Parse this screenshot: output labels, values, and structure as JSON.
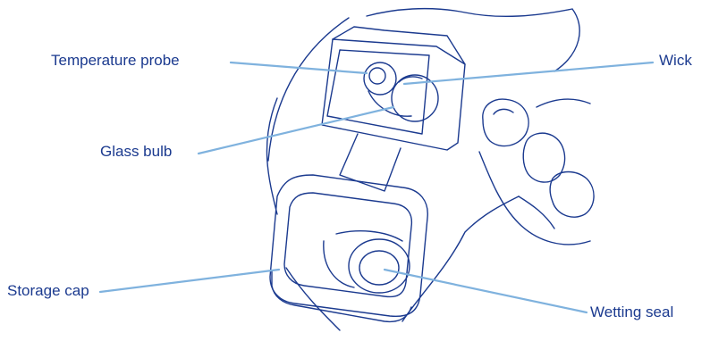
{
  "labels": {
    "temperature_probe": "Temperature probe",
    "wick": "Wick",
    "glass_bulb": "Glass bulb",
    "storage_cap": "Storage cap",
    "wetting_seal": "Wetting seal"
  },
  "colors": {
    "line_art": "#1b3a8f",
    "leader_line": "#7fb2de",
    "label_text": "#1b3a8f",
    "background": "#ffffff"
  }
}
